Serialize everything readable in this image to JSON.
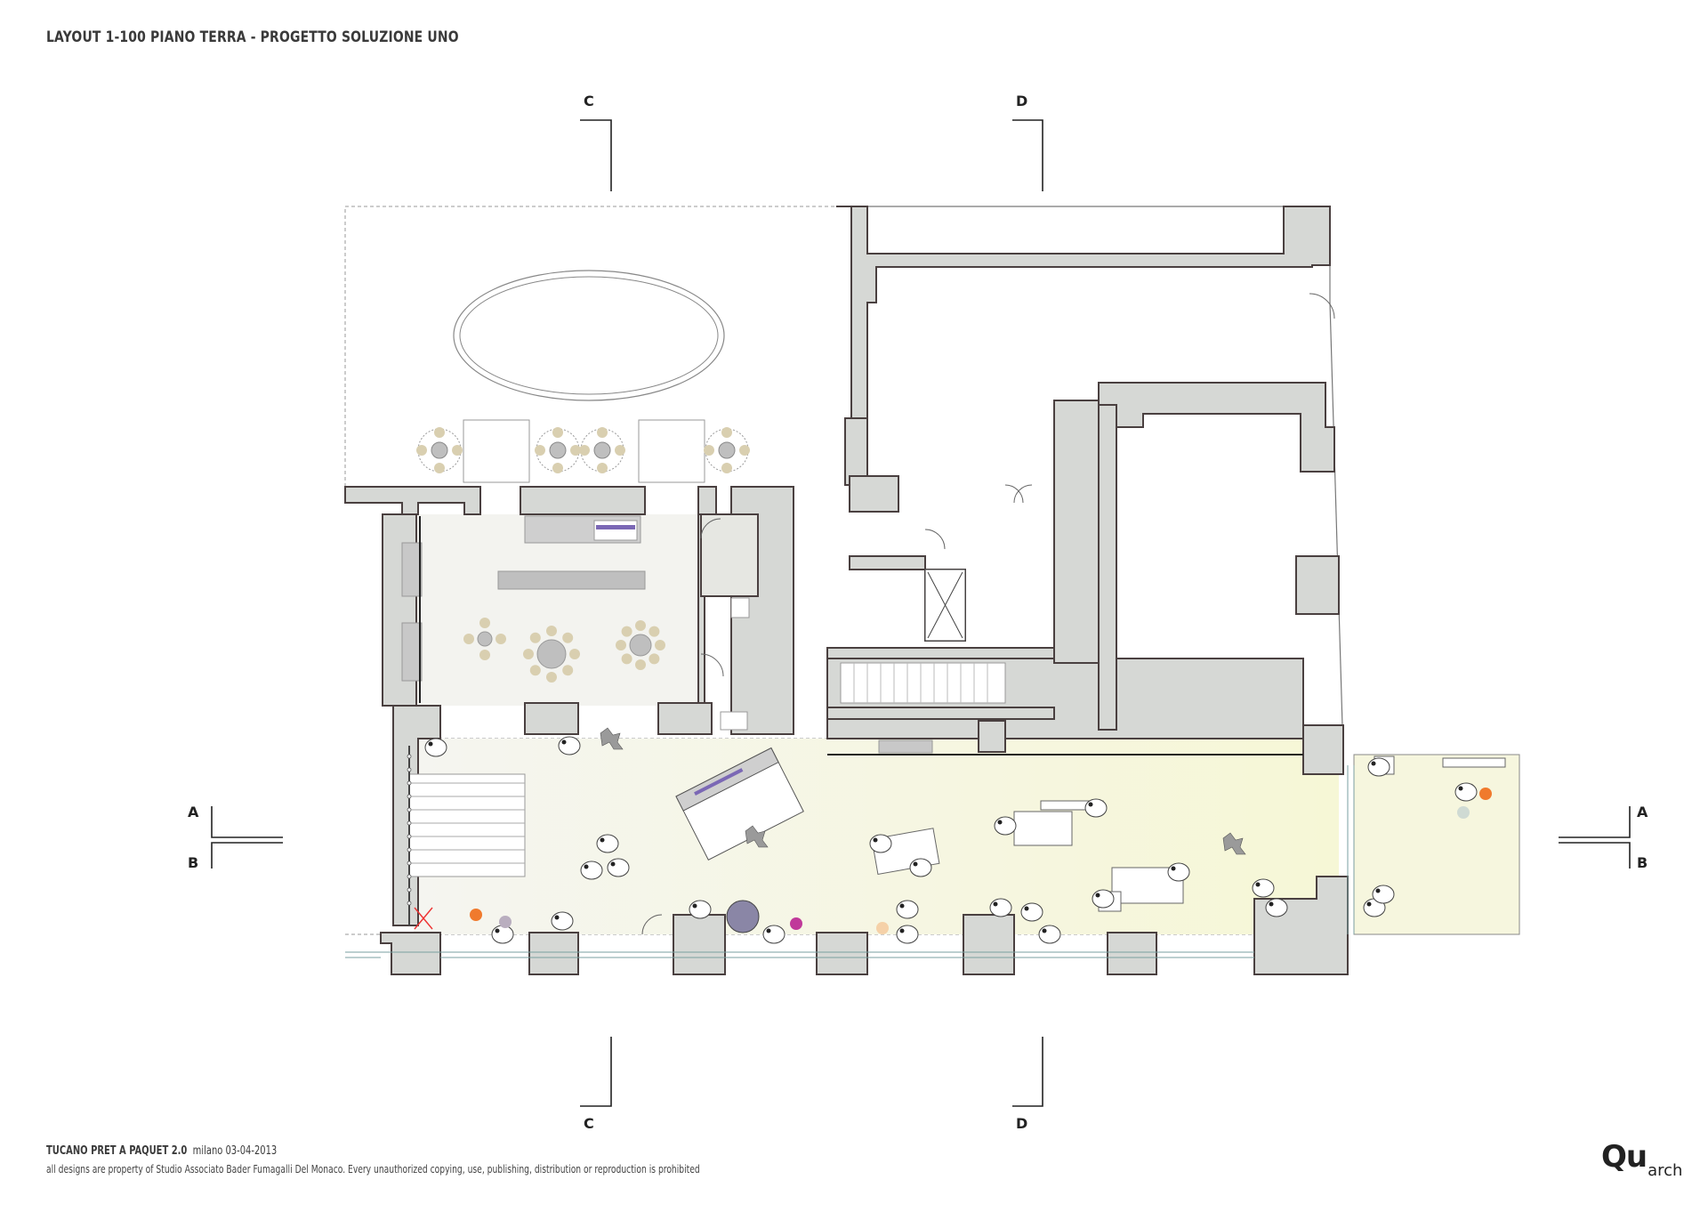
{
  "title": "LAYOUT 1-100 PIANO TERRA - PROGETTO SOLUZIONE UNO",
  "sections": {
    "c": "C",
    "d": "D",
    "a": "A",
    "b": "B"
  },
  "footer": {
    "project": "TUCANO PRET A PAQUET 2.0",
    "date": "milano 03-04-2013",
    "copyright": "all designs are property of Studio Associato Bader Fumagalli Del Monaco. Every unauthorized copying, use, publishing, distribution or reproduction is prohibited"
  },
  "logo": {
    "main": "Qu",
    "sub": "arch"
  },
  "colors": {
    "wall": "#d6d8d5",
    "wall_outline": "#4a4040",
    "floor_cafe": "#f3f3ef",
    "floor_retail": "#f4f5dc",
    "table": "#bfbfbf",
    "chair": "#d9cfb0",
    "accent_purple": "#7b68b5",
    "accent_orange": "#f07a2d",
    "accent_magenta": "#c0399a"
  }
}
